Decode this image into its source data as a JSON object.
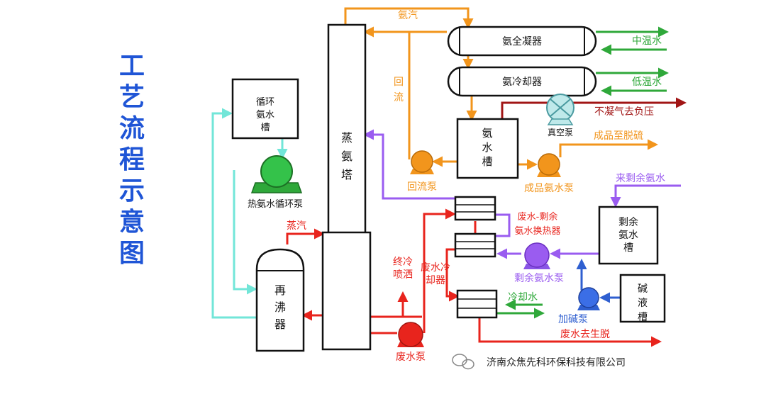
{
  "title": "工艺流程示意图",
  "watermark": "济南众焦先科环保科技有限公司",
  "equipment": {
    "tower": "蒸氨塔",
    "circ_tank": "循环氨水槽",
    "circ_pump": "热氨水循环泵",
    "reboiler": "再沸器",
    "condenser": "氨全凝器",
    "cooler": "氨冷却器",
    "ammonia_tank": "氨水槽",
    "vacuum_pump": "真空泵",
    "reflux_pump": "回流泵",
    "product_pump": "成品氨水泵",
    "heat_exchanger": "废水-剩余氨水换热器",
    "remain_tank": "剩余氨水槽",
    "remain_pump": "剩余氨水泵",
    "alkali_tank": "碱液槽",
    "alkali_pump": "加碱泵",
    "waste_pump": "废水泵",
    "waste_cooler": "废水冷却器"
  },
  "streams": {
    "ammonia_vapor": "氨汽",
    "reflux": "回流",
    "mid_water": "中温水",
    "low_water": "低温水",
    "non_condensable": "不凝气去负压",
    "product_out": "成品至脱硫",
    "remain_in": "来剩余氨水",
    "steam": "蒸汽",
    "final_spray": "终冷喷洒",
    "cooling_water": "冷却水",
    "waste_out": "废水去生脱"
  },
  "colors": {
    "title": "#1f55d6",
    "ammonia": "#f2951c",
    "waste": "#e8241d",
    "remain": "#9a5cf0",
    "water": "#2fa83a",
    "circulation": "#72e6d8",
    "alkali": "#2f5fd0",
    "offgas": "#a11515"
  }
}
